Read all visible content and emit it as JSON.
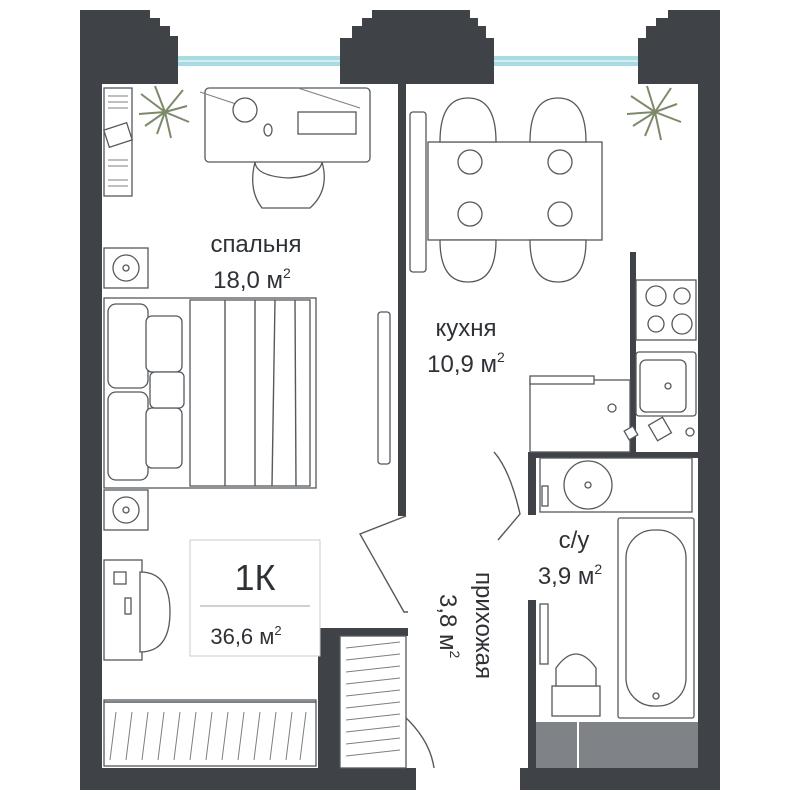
{
  "plan": {
    "rooms": [
      {
        "id": "bedroom",
        "name": "спальня",
        "area": "18,0 м",
        "unit_sup": "2"
      },
      {
        "id": "kitchen",
        "name": "кухня",
        "area": "10,9 м",
        "unit_sup": "2"
      },
      {
        "id": "bathroom",
        "name": "с/у",
        "area": "3,9 м",
        "unit_sup": "2"
      },
      {
        "id": "hallway",
        "name": "прихожая",
        "area": "3,8 м",
        "unit_sup": "2"
      }
    ],
    "summary": {
      "type": "1К",
      "total_area": "36,6 м",
      "unit_sup": "2"
    },
    "colors": {
      "wall": "#3f4347",
      "window": "#a9dbe3",
      "line": "#55595d",
      "plant": "#7d8a6a"
    }
  }
}
